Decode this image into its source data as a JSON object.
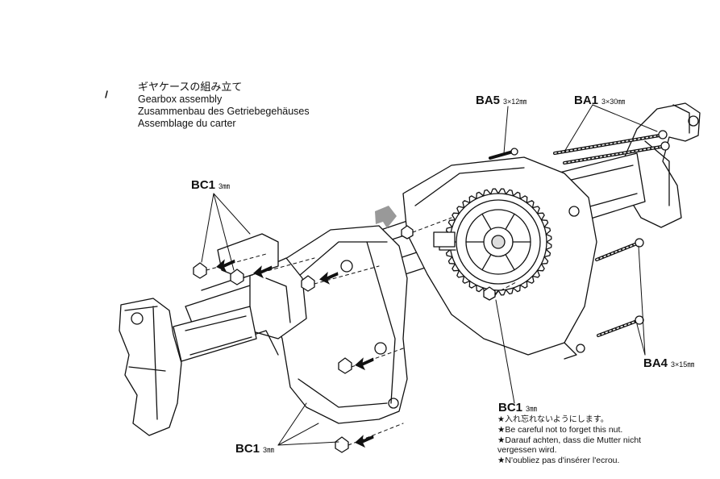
{
  "title": {
    "ja": "ギヤケースの組み立て",
    "en": "Gearbox assembly",
    "de": "Zusammenbau des Getriebegehäuses",
    "fr": "Assemblage du carter"
  },
  "parts": {
    "ba5": {
      "code": "BA5",
      "size": "3×12㎜"
    },
    "ba1": {
      "code": "BA1",
      "size": "3×30㎜"
    },
    "ba4": {
      "code": "BA4",
      "size": "3×15㎜"
    },
    "bc1_top": {
      "code": "BC1",
      "size": "3㎜"
    },
    "bc1_bottom": {
      "code": "BC1",
      "size": "3㎜"
    },
    "bc1_right": {
      "code": "BC1",
      "size": "3㎜"
    }
  },
  "note": {
    "ja": "★入れ忘れないようにします。",
    "en": "★Be careful not to forget this nut.",
    "de1": "★Darauf achten, dass die Mutter nicht",
    "de2": "vergessen wird.",
    "fr": "★N'oubliez pas d'insérer l'ecrou."
  }
}
